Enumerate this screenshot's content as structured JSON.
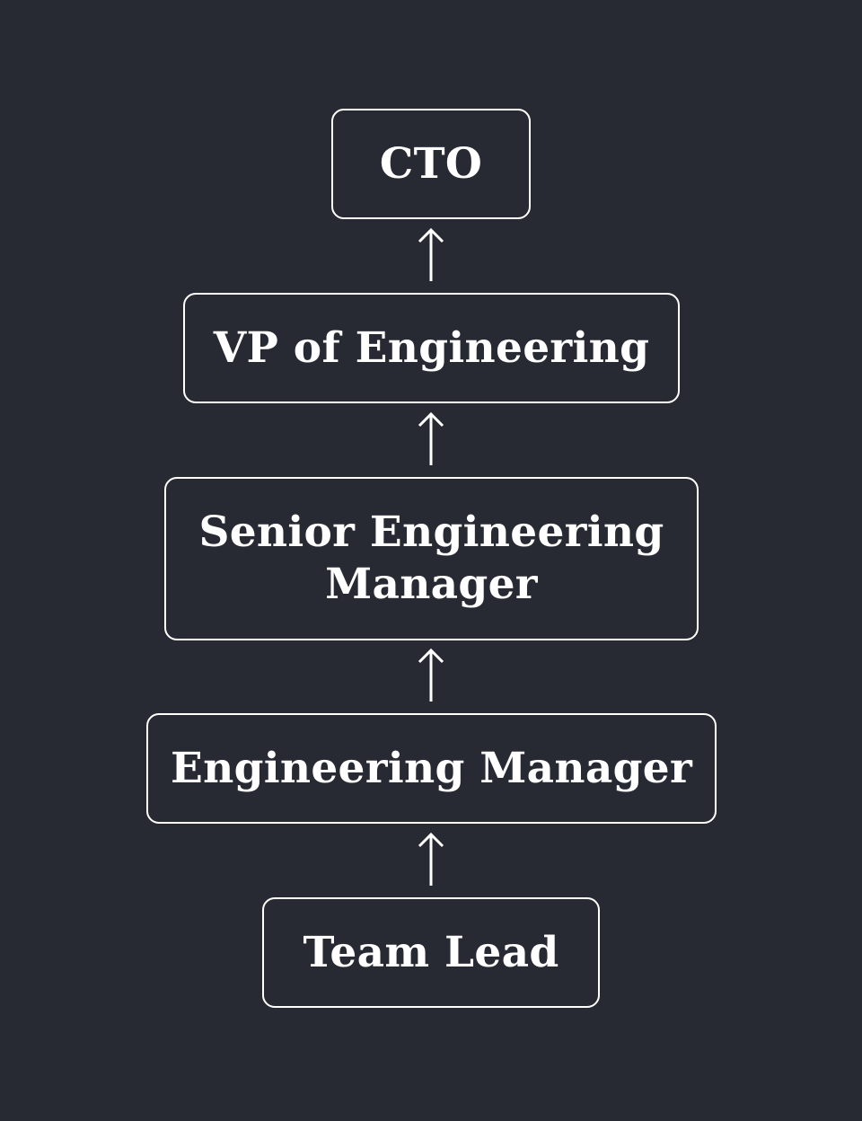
{
  "diagram": {
    "type": "vertical-hierarchy",
    "direction": "bottom-to-top",
    "colors": {
      "background": "#272a33",
      "stroke": "#ffffff",
      "text": "#ffffff"
    },
    "nodes": [
      {
        "id": "cto",
        "label": "CTO"
      },
      {
        "id": "vp",
        "label": "VP of Engineering"
      },
      {
        "id": "sem",
        "label": "Senior Engineering Manager"
      },
      {
        "id": "em",
        "label": "Engineering Manager"
      },
      {
        "id": "tl",
        "label": "Team Lead"
      }
    ],
    "edges": [
      {
        "from": "vp",
        "to": "cto",
        "icon": "arrow-up-icon"
      },
      {
        "from": "sem",
        "to": "vp",
        "icon": "arrow-up-icon"
      },
      {
        "from": "em",
        "to": "sem",
        "icon": "arrow-up-icon"
      },
      {
        "from": "tl",
        "to": "em",
        "icon": "arrow-up-icon"
      }
    ]
  }
}
